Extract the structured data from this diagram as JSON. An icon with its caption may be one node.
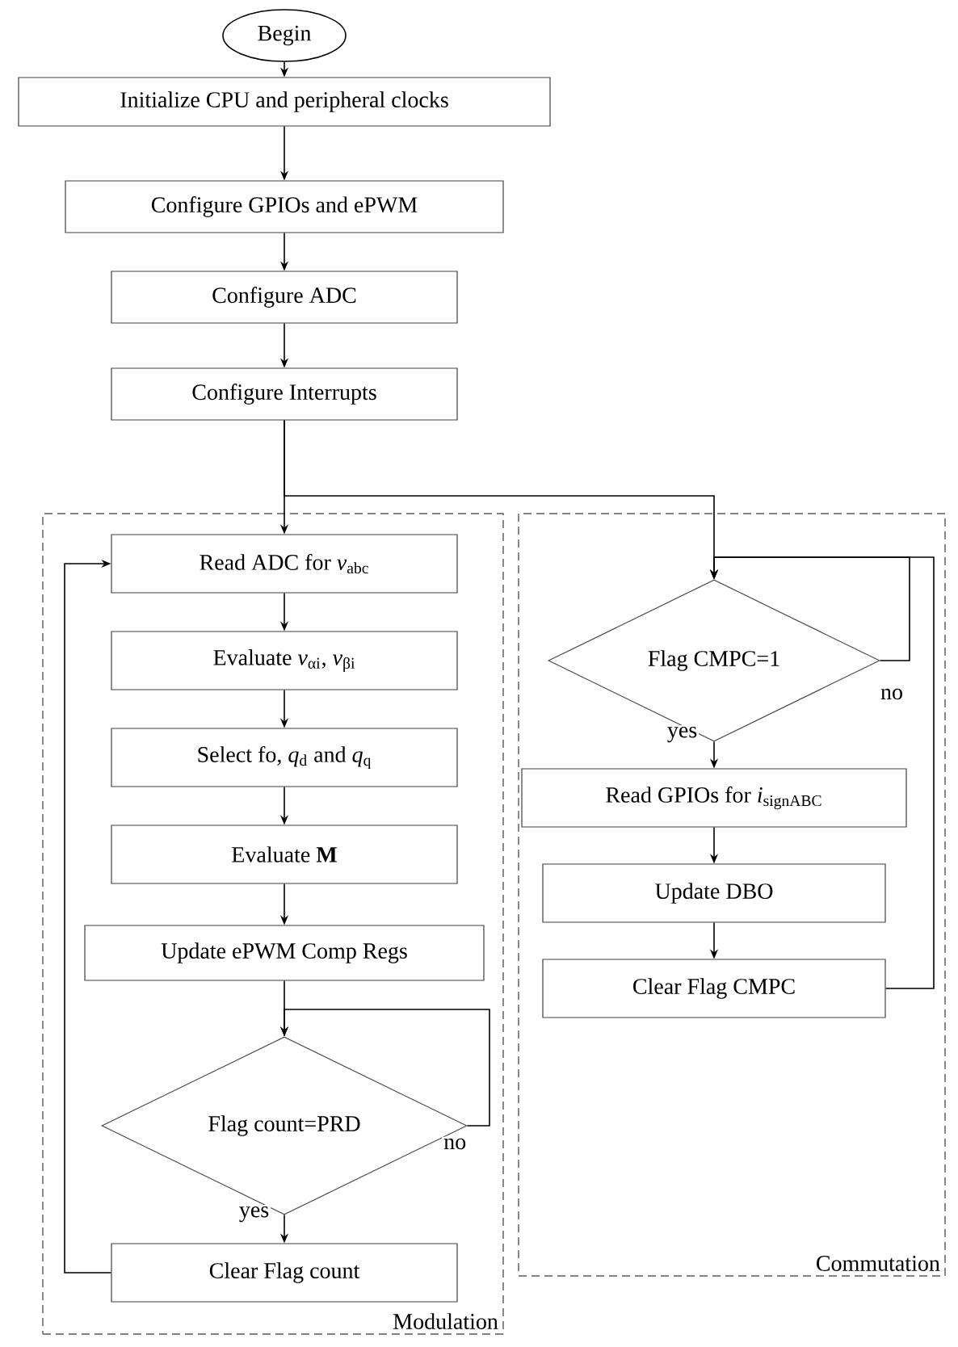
{
  "diagram": {
    "nodes": [
      {
        "text": [
          "Begin"
        ]
      },
      {
        "text": [
          "Initialize CPU and peripheral clocks"
        ]
      },
      {
        "text": [
          "Configure GPIOs and ePWM"
        ]
      },
      {
        "text": [
          "Configure ADC"
        ]
      },
      {
        "text": [
          "Configure Interrupts"
        ]
      },
      {
        "text": [
          "Modulation"
        ]
      },
      {
        "text": [
          "Read ADC for *v*$_{abc}$"
        ],
        "in": 5
      },
      {
        "text": [
          "Evaluate *v*$_{αi}$, *v*$_{βi}$"
        ],
        "in": 5
      },
      {
        "text": [
          "Select fo, *q*$_{d}$ and *q*$_{q}$"
        ],
        "in": 5
      },
      {
        "text": [
          "Evaluate **M**"
        ],
        "in": 5
      },
      {
        "text": [
          "Update ePWM Comp Regs"
        ],
        "in": 5
      },
      {
        "text": [
          "Flag count=PRD"
        ],
        "in": 5
      },
      {
        "text": [
          "Clear Flag count"
        ],
        "in": 5
      },
      {
        "text": [
          "Commutation"
        ]
      },
      {
        "text": [
          "Flag CMPC=1"
        ],
        "in": 13
      },
      {
        "text": [
          "Read GPIOs for *i*$_{signABC}$"
        ],
        "in": 13
      },
      {
        "text": [
          "Update DBO"
        ],
        "in": 13
      },
      {
        "text": [
          "Clear Flag CMPC"
        ],
        "in": 13
      }
    ],
    "edges": [
      {
        "from": 0,
        "to": 1,
        "arrow": "to"
      },
      {
        "from": 1,
        "to": 2,
        "arrow": "to"
      },
      {
        "from": 2,
        "to": 3,
        "arrow": "to"
      },
      {
        "from": 3,
        "to": 4,
        "arrow": "to"
      },
      {
        "from": 4,
        "to": 6,
        "arrow": "to"
      },
      {
        "from": 4,
        "to": 14,
        "arrow": "to"
      },
      {
        "from": 6,
        "to": 7,
        "arrow": "to"
      },
      {
        "from": 7,
        "to": 8,
        "arrow": "to"
      },
      {
        "from": 8,
        "to": 9,
        "arrow": "to"
      },
      {
        "from": 9,
        "to": 10,
        "arrow": "to"
      },
      {
        "from": 10,
        "to": 11,
        "arrow": "to"
      },
      {
        "from": 11,
        "to": 11,
        "arrow": "to",
        "label": "no"
      },
      {
        "from": 11,
        "to": 12,
        "arrow": "to",
        "label": "yes"
      },
      {
        "from": 12,
        "to": 6,
        "arrow": "to"
      },
      {
        "from": 14,
        "to": 14,
        "arrow": "to",
        "label": "no"
      },
      {
        "from": 14,
        "to": 15,
        "arrow": "to",
        "label": "yes"
      },
      {
        "from": 15,
        "to": 16,
        "arrow": "to"
      },
      {
        "from": 16,
        "to": 17,
        "arrow": "to"
      },
      {
        "from": 17,
        "to": 14,
        "arrow": "to"
      }
    ]
  }
}
